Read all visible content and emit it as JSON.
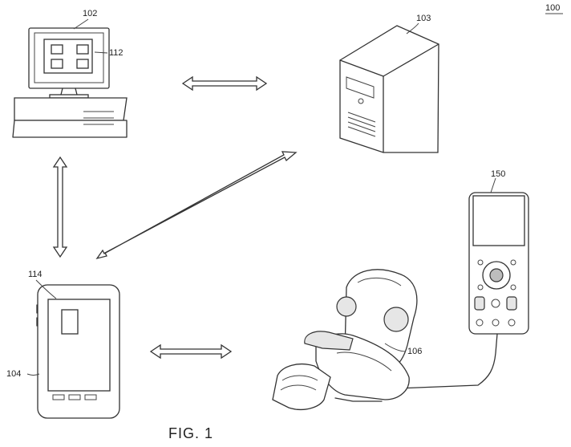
{
  "figure": {
    "caption": "FIG. 1",
    "ref_system": "100",
    "ref_computer": "102",
    "ref_display_tiles": "112",
    "ref_server": "103",
    "ref_tablet": "104",
    "ref_tablet_window": "114",
    "ref_massage_chair": "106",
    "ref_remote": "150"
  }
}
